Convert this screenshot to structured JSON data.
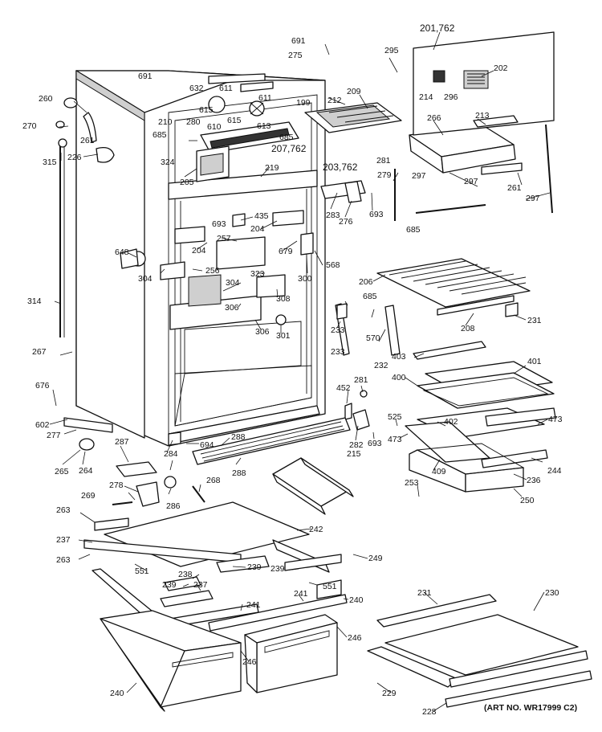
{
  "diagram": {
    "art_number": "(ART NO. WR17999 C2)",
    "callouts": [
      {
        "id": "c201",
        "text": "201,762"
      },
      {
        "id": "c691a",
        "text": "691"
      },
      {
        "id": "c275",
        "text": "275"
      },
      {
        "id": "c295",
        "text": "295"
      },
      {
        "id": "c202",
        "text": "202"
      },
      {
        "id": "c214",
        "text": "214"
      },
      {
        "id": "c296",
        "text": "296"
      },
      {
        "id": "c691b",
        "text": "691"
      },
      {
        "id": "c632",
        "text": "632"
      },
      {
        "id": "c611a",
        "text": "611"
      },
      {
        "id": "c611b",
        "text": "611"
      },
      {
        "id": "c615a",
        "text": "615"
      },
      {
        "id": "c615b",
        "text": "615"
      },
      {
        "id": "c613",
        "text": "613"
      },
      {
        "id": "c610",
        "text": "610"
      },
      {
        "id": "c199",
        "text": "199"
      },
      {
        "id": "c209",
        "text": "209"
      },
      {
        "id": "c212",
        "text": "212"
      },
      {
        "id": "c266",
        "text": "266"
      },
      {
        "id": "c213",
        "text": "213"
      },
      {
        "id": "c260",
        "text": "260"
      },
      {
        "id": "c270",
        "text": "270"
      },
      {
        "id": "c261a",
        "text": "261"
      },
      {
        "id": "c210",
        "text": "210"
      },
      {
        "id": "c280",
        "text": "280"
      },
      {
        "id": "c685a",
        "text": "685"
      },
      {
        "id": "c315",
        "text": "315"
      },
      {
        "id": "c226",
        "text": "226"
      },
      {
        "id": "c324",
        "text": "324"
      },
      {
        "id": "c685b",
        "text": "685"
      },
      {
        "id": "c207",
        "text": "207,762"
      },
      {
        "id": "c281a",
        "text": "281"
      },
      {
        "id": "c279",
        "text": "279"
      },
      {
        "id": "c203",
        "text": "203,762"
      },
      {
        "id": "c297a",
        "text": "297"
      },
      {
        "id": "c297b",
        "text": "297"
      },
      {
        "id": "c297c",
        "text": "297"
      },
      {
        "id": "c261b",
        "text": "261"
      },
      {
        "id": "c205",
        "text": "205"
      },
      {
        "id": "c219",
        "text": "219"
      },
      {
        "id": "c283",
        "text": "283"
      },
      {
        "id": "c276",
        "text": "276"
      },
      {
        "id": "c693a",
        "text": "693"
      },
      {
        "id": "c685c",
        "text": "685"
      },
      {
        "id": "c693b",
        "text": "693"
      },
      {
        "id": "c435",
        "text": "435"
      },
      {
        "id": "c204a",
        "text": "204"
      },
      {
        "id": "c257",
        "text": "257"
      },
      {
        "id": "c204b",
        "text": "204"
      },
      {
        "id": "c648",
        "text": "648"
      },
      {
        "id": "c679",
        "text": "679"
      },
      {
        "id": "c256",
        "text": "256"
      },
      {
        "id": "c568",
        "text": "568"
      },
      {
        "id": "c323",
        "text": "323"
      },
      {
        "id": "c304a",
        "text": "304"
      },
      {
        "id": "c304b",
        "text": "304"
      },
      {
        "id": "c300",
        "text": "300"
      },
      {
        "id": "c308",
        "text": "308"
      },
      {
        "id": "c206",
        "text": "206"
      },
      {
        "id": "c314",
        "text": "314"
      },
      {
        "id": "c306a",
        "text": "306"
      },
      {
        "id": "c306b",
        "text": "306"
      },
      {
        "id": "c301",
        "text": "301"
      },
      {
        "id": "c685d",
        "text": "685"
      },
      {
        "id": "c233a",
        "text": "233"
      },
      {
        "id": "c570",
        "text": "570"
      },
      {
        "id": "c233b",
        "text": "233"
      },
      {
        "id": "c208",
        "text": "208"
      },
      {
        "id": "c231a",
        "text": "231"
      },
      {
        "id": "c232",
        "text": "232"
      },
      {
        "id": "c403",
        "text": "403"
      },
      {
        "id": "c401",
        "text": "401"
      },
      {
        "id": "c267",
        "text": "267"
      },
      {
        "id": "c400",
        "text": "400"
      },
      {
        "id": "c281b",
        "text": "281"
      },
      {
        "id": "c676",
        "text": "676"
      },
      {
        "id": "c452",
        "text": "452"
      },
      {
        "id": "c402",
        "text": "402"
      },
      {
        "id": "c473a",
        "text": "473"
      },
      {
        "id": "c525",
        "text": "525"
      },
      {
        "id": "c473b",
        "text": "473"
      },
      {
        "id": "c602",
        "text": "602"
      },
      {
        "id": "c277",
        "text": "277"
      },
      {
        "id": "c288a",
        "text": "288"
      },
      {
        "id": "c694",
        "text": "694"
      },
      {
        "id": "c282",
        "text": "282"
      },
      {
        "id": "c693c",
        "text": "693"
      },
      {
        "id": "c244",
        "text": "244"
      },
      {
        "id": "c409",
        "text": "409"
      },
      {
        "id": "c236",
        "text": "236"
      },
      {
        "id": "c287",
        "text": "287"
      },
      {
        "id": "c284",
        "text": "284"
      },
      {
        "id": "c215",
        "text": "215"
      },
      {
        "id": "c265",
        "text": "265"
      },
      {
        "id": "c264",
        "text": "264"
      },
      {
        "id": "c288b",
        "text": "288"
      },
      {
        "id": "c253",
        "text": "253"
      },
      {
        "id": "c250",
        "text": "250"
      },
      {
        "id": "c278",
        "text": "278"
      },
      {
        "id": "c268",
        "text": "268"
      },
      {
        "id": "c269",
        "text": "269"
      },
      {
        "id": "c286",
        "text": "286"
      },
      {
        "id": "c263a",
        "text": "263"
      },
      {
        "id": "c242",
        "text": "242"
      },
      {
        "id": "c237a",
        "text": "237"
      },
      {
        "id": "c263b",
        "text": "263"
      },
      {
        "id": "c249",
        "text": "249"
      },
      {
        "id": "c551a",
        "text": "551"
      },
      {
        "id": "c239a",
        "text": "239"
      },
      {
        "id": "c239b",
        "text": "239"
      },
      {
        "id": "c238",
        "text": "238"
      },
      {
        "id": "c239c",
        "text": "239"
      },
      {
        "id": "c237b",
        "text": "237"
      },
      {
        "id": "c551b",
        "text": "551"
      },
      {
        "id": "c241a",
        "text": "241"
      },
      {
        "id": "c241b",
        "text": "241"
      },
      {
        "id": "c240a",
        "text": "240"
      },
      {
        "id": "c231b",
        "text": "231"
      },
      {
        "id": "c230",
        "text": "230"
      },
      {
        "id": "c246a",
        "text": "246"
      },
      {
        "id": "c246b",
        "text": "246"
      },
      {
        "id": "c240b",
        "text": "240"
      },
      {
        "id": "c229",
        "text": "229"
      },
      {
        "id": "c228",
        "text": "228"
      }
    ]
  }
}
